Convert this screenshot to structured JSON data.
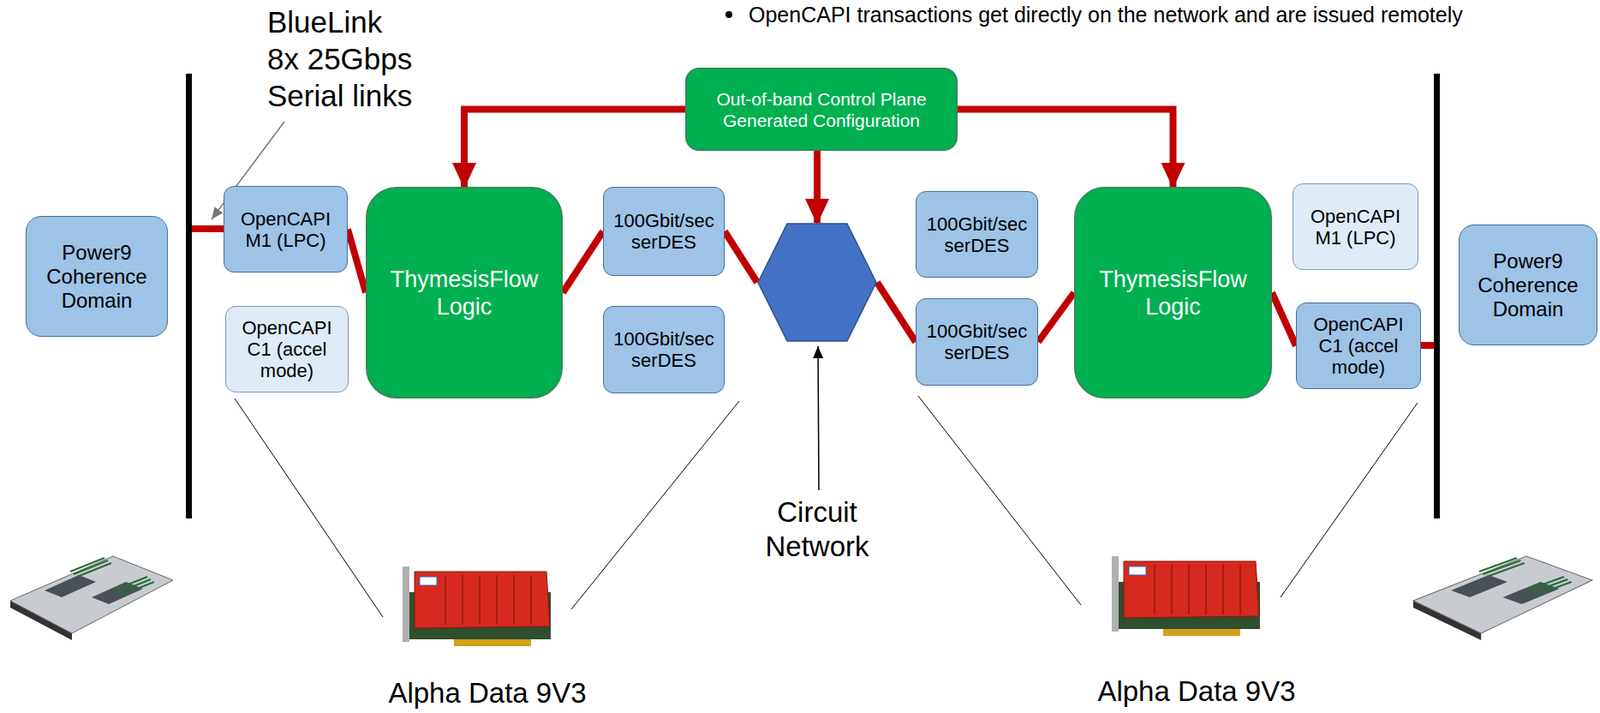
{
  "diagram": {
    "nodes": [
      {
        "text": [
          "Out-of-band Control Plane Generated Configuration"
        ]
      },
      {
        "text": [
          "Power9 Coherence Domain"
        ]
      },
      {
        "text": [
          "OpenCAPI M1 (LPC)"
        ]
      },
      {
        "text": [
          "OpenCAPI C1 (accel mode)"
        ]
      },
      {
        "text": [
          "ThymesisFlow Logic"
        ]
      },
      {
        "text": [
          "100Gbit/sec serDES"
        ]
      },
      {
        "text": [
          "100Gbit/sec serDES"
        ]
      },
      {
        "text": [
          "Circuit Network"
        ]
      },
      {
        "text": [
          "100Gbit/sec serDES"
        ]
      },
      {
        "text": [
          "100Gbit/sec serDES"
        ]
      },
      {
        "text": [
          "ThymesisFlow Logic"
        ]
      },
      {
        "text": [
          "OpenCAPI M1 (LPC)"
        ]
      },
      {
        "text": [
          "OpenCAPI C1 (accel mode)"
        ]
      },
      {
        "text": [
          "Power9 Coherence Domain"
        ]
      }
    ],
    "edges": [
      {
        "from": 0,
        "to": 4,
        "arrow": "to"
      },
      {
        "from": 0,
        "to": 7,
        "arrow": "to"
      },
      {
        "from": 0,
        "to": 10,
        "arrow": "to"
      },
      {
        "from": 2,
        "to": 4,
        "arrow": "none"
      },
      {
        "from": 4,
        "to": 5,
        "arrow": "none"
      },
      {
        "from": 5,
        "to": 7,
        "arrow": "none"
      },
      {
        "from": 7,
        "to": 9,
        "arrow": "none"
      },
      {
        "from": 9,
        "to": 10,
        "arrow": "none"
      },
      {
        "from": 10,
        "to": 12,
        "arrow": "none"
      }
    ],
    "labels": [
      "OpenCAPI transactions get directly on the network and are issued remotely",
      "BlueLink 8x 25Gbps Serial links",
      "Alpha Data 9V3",
      "Alpha Data 9V3"
    ]
  }
}
